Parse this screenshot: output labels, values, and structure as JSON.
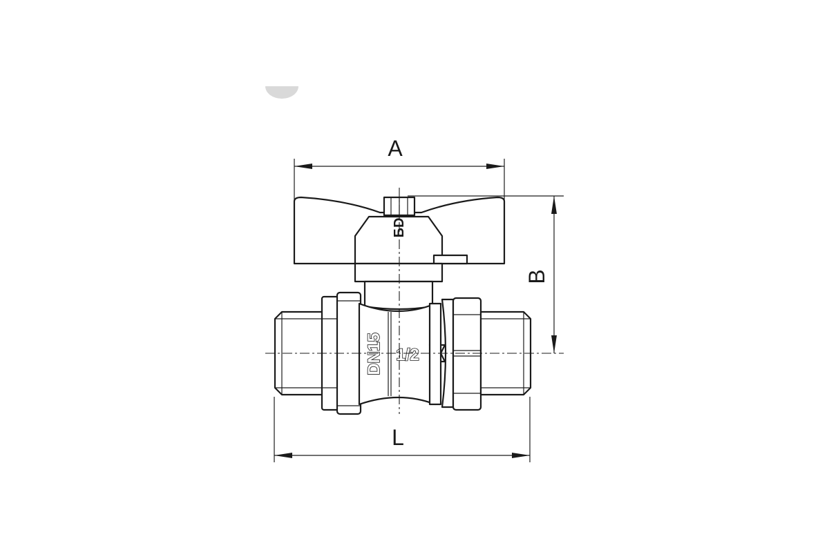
{
  "labels": {
    "dim_width": "A",
    "dim_height": "B",
    "dim_length": "L",
    "nominal_size": "DN15",
    "thread_size": "1/2",
    "handle_logo": "БD"
  },
  "colors": {
    "line": "#1a1a1a",
    "background": "#ffffff",
    "faded_mark": "#d9d9d9"
  }
}
